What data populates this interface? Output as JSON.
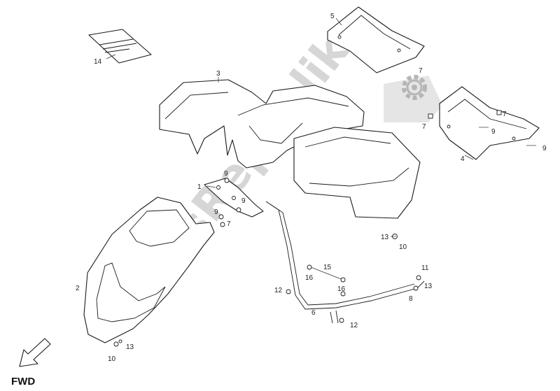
{
  "labels": {
    "n1": "1",
    "n2": "2",
    "n3": "3",
    "n4": "4",
    "n5": "5",
    "n6": "6",
    "n7_top": "7",
    "n7_right": "7",
    "n7_right2": "7",
    "n7_mid": "7",
    "n8": "8",
    "n9_mid": "9",
    "n9_mid2": "9",
    "n9_right": "9",
    "n9_right2": "9",
    "n9_center": "9",
    "n10_bottom": "10",
    "n10_right": "10",
    "n11": "11",
    "n12_left": "12",
    "n12_right": "12",
    "n13_bottom": "13",
    "n13_mid": "13",
    "n13_right": "13",
    "n14": "14",
    "n15": "15",
    "n16_left": "16",
    "n16_right": "16"
  },
  "fwd_label": "FWD",
  "watermark": "PartsRepublik",
  "colors": {
    "line": "#1a1a1a",
    "watermark": "#b5b5b5"
  },
  "icons": {
    "watermark_logo": "gear-icon",
    "direction": "arrow-icon"
  }
}
